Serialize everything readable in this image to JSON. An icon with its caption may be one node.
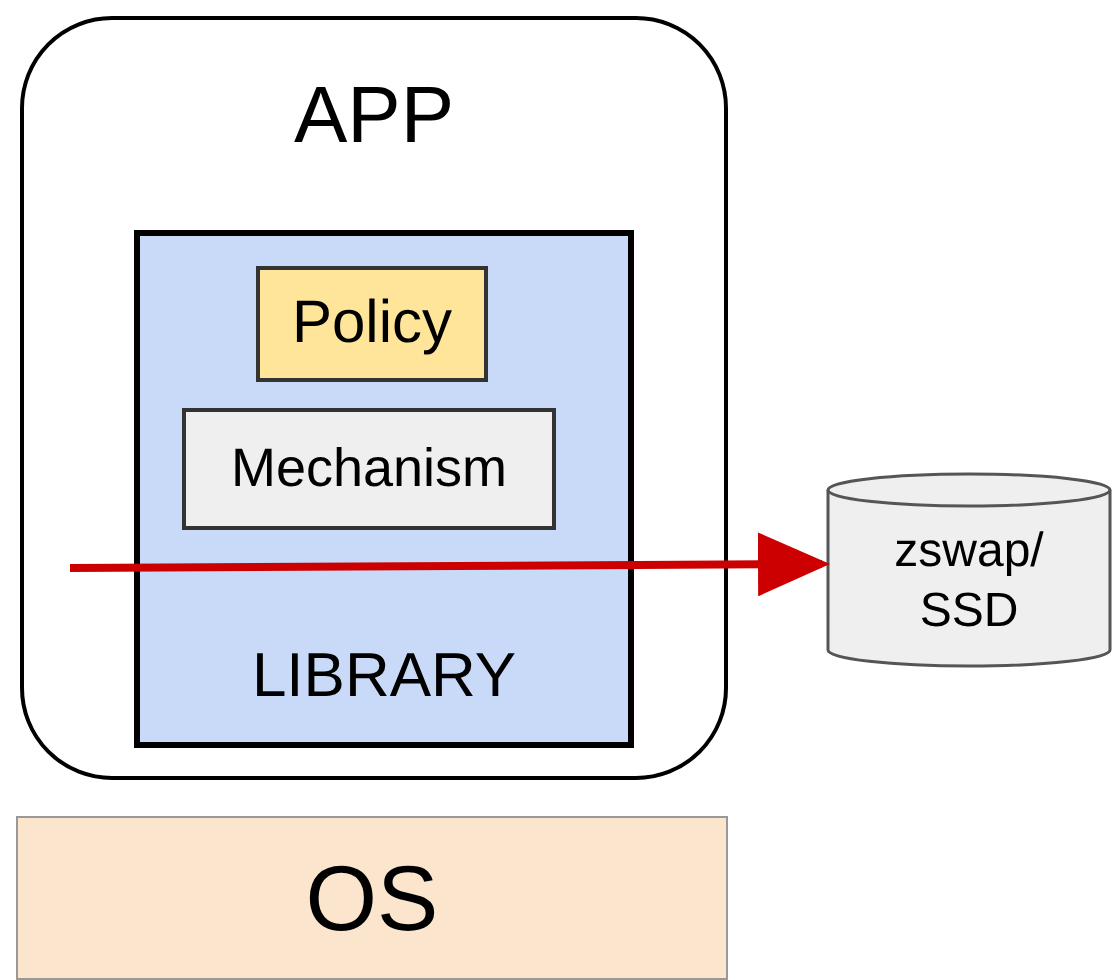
{
  "diagram": {
    "nodes": [
      {
        "text": [
          "APP"
        ]
      },
      {
        "text": [
          "LIBRARY"
        ],
        "in": 0
      },
      {
        "text": [
          "Policy"
        ],
        "in": 1
      },
      {
        "text": [
          "Mechanism"
        ],
        "in": 1
      },
      {
        "text": [
          "zswap/ SSD"
        ]
      },
      {
        "text": [
          "OS"
        ]
      }
    ],
    "edges": [
      {
        "from": null,
        "to": 4,
        "arrow": "to",
        "color": "#cc0000"
      }
    ]
  }
}
